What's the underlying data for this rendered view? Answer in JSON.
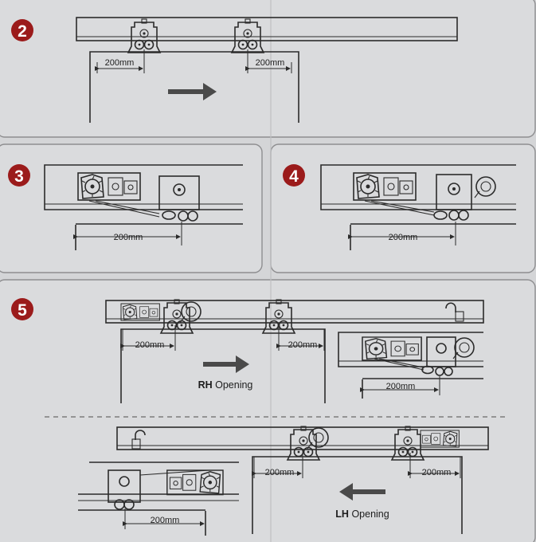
{
  "steps": {
    "s2": "2",
    "s3": "3",
    "s4": "4",
    "s5": "5"
  },
  "dimension_label": "200mm",
  "colors": {
    "step_badge": "#9b1b1b",
    "arrow": "#4a4a4a",
    "line": "#2b2b2b",
    "panel_bg": "#dadbdd"
  },
  "rh_opening": {
    "bold": "RH",
    "text": " Opening"
  },
  "lh_opening": {
    "bold": "LH",
    "text": " Opening"
  },
  "icons": [
    "right-arrow-icon",
    "left-arrow-icon",
    "roller-carriage-icon",
    "damper-unit-icon",
    "end-stop-icon",
    "wall-hook-icon"
  ]
}
